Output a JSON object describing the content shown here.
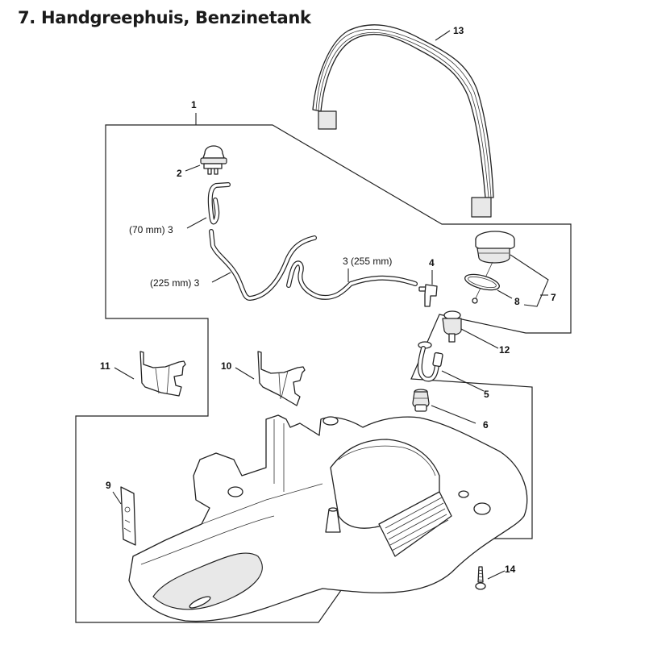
{
  "page": {
    "title": "7. Handgreephuis, Benzinetank"
  },
  "callouts": {
    "p1": "1",
    "p2": "2",
    "p3_70": "(70 mm) 3",
    "p3_225": "(225 mm) 3",
    "p3_255": "3 (255 mm)",
    "p4": "4",
    "p5": "5",
    "p6": "6",
    "p7": "7",
    "p8": "8",
    "p9": "9",
    "p10": "10",
    "p11": "11",
    "p12": "12",
    "p13": "13",
    "p14": "14"
  },
  "parts": [
    {
      "number": "1",
      "name": "fuel-tank-handle-housing-assembly"
    },
    {
      "number": "2",
      "name": "primer-bulb"
    },
    {
      "number": "3",
      "name": "fuel-hose",
      "lengths": [
        "70 mm",
        "225 mm",
        "255 mm"
      ]
    },
    {
      "number": "4",
      "name": "elbow-connector"
    },
    {
      "number": "5",
      "name": "hose"
    },
    {
      "number": "6",
      "name": "valve"
    },
    {
      "number": "7",
      "name": "filler-cap"
    },
    {
      "number": "8",
      "name": "o-ring"
    },
    {
      "number": "9",
      "name": "label"
    },
    {
      "number": "10",
      "name": "cover-plate"
    },
    {
      "number": "11",
      "name": "cover-plate"
    },
    {
      "number": "12",
      "name": "pickup-body"
    },
    {
      "number": "13",
      "name": "loop-handle"
    },
    {
      "number": "14",
      "name": "screw"
    }
  ]
}
